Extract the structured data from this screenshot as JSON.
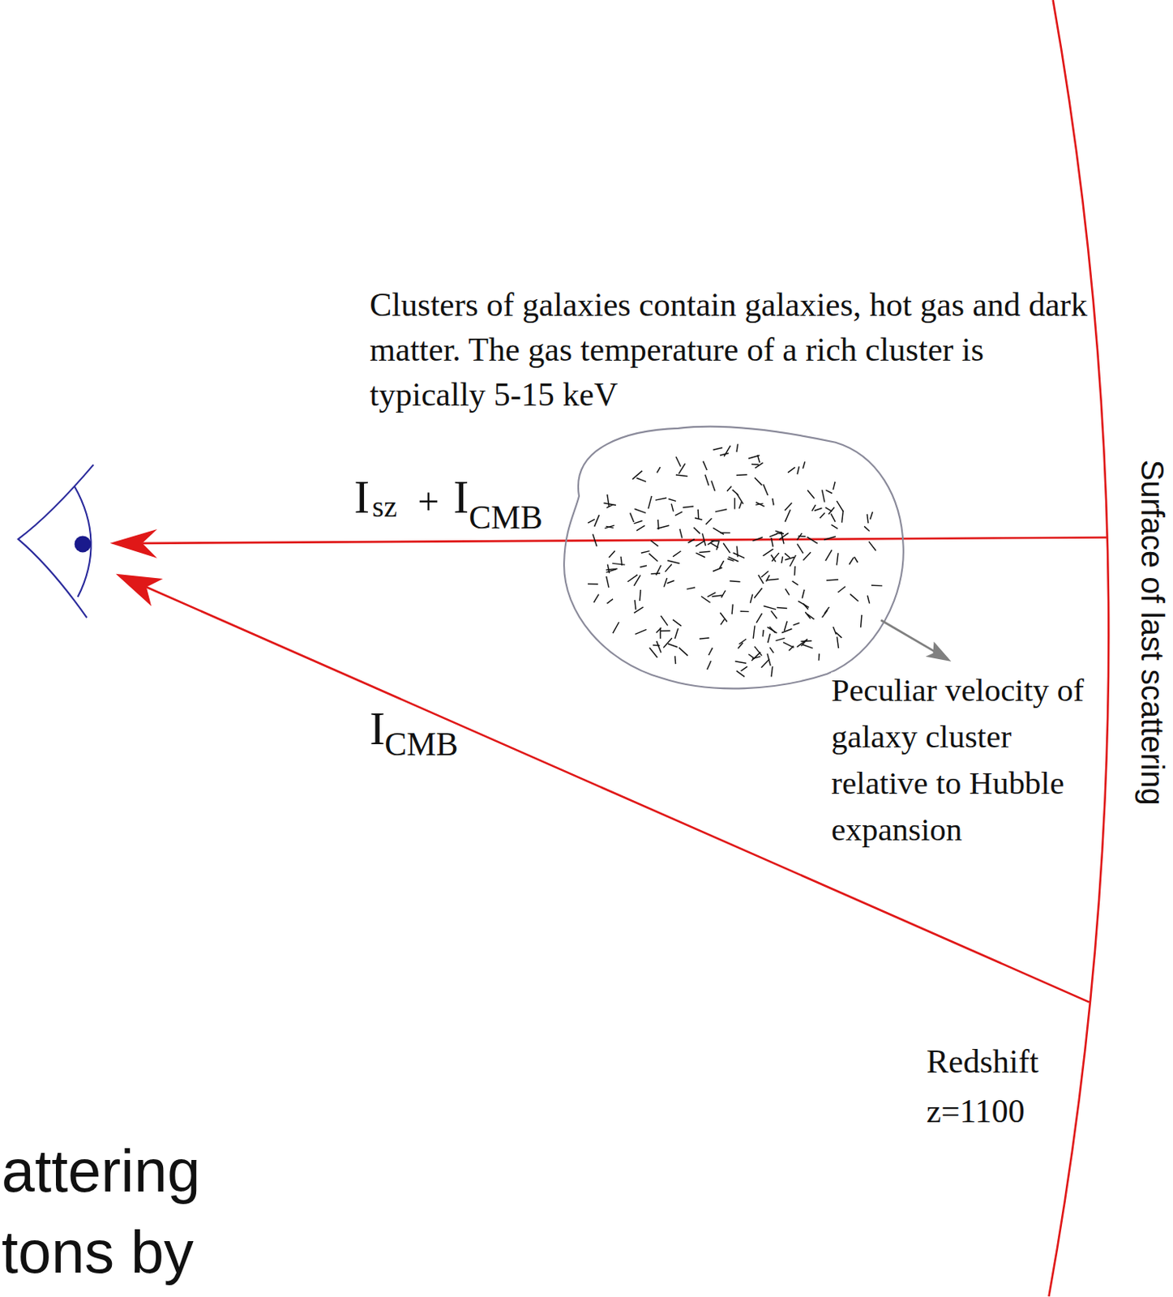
{
  "diagram": {
    "labels": [
      "Clusters of galaxies contain galaxies, hot gas and dark matter. The gas temperature of a rich cluster is typically 5-15 keV",
      "I",
      "sz",
      "+",
      "I",
      "CMB",
      "I",
      "CMB",
      "Peculiar velocity of galaxy cluster relative to Hubble expansion",
      "Surface of last scattering",
      "Redshift z=1100",
      "attering",
      "tons by"
    ]
  }
}
